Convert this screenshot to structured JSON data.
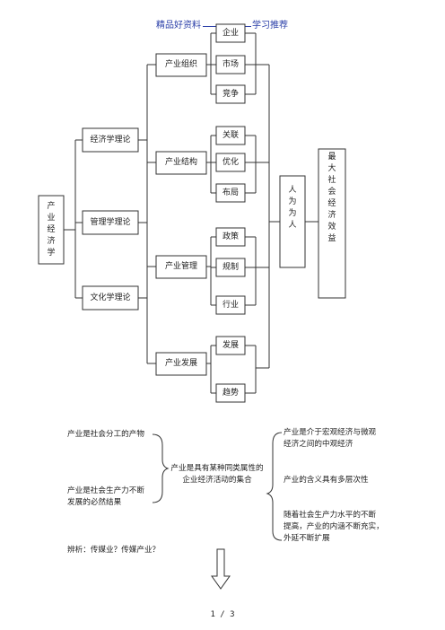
{
  "header": {
    "left": "精品好资料",
    "right": "学习推荐"
  },
  "root": [
    "产",
    "业",
    "经",
    "济",
    "学"
  ],
  "theories": [
    "经济学理论",
    "管理学理论",
    "文化学理论"
  ],
  "aspects": [
    "产业组织",
    "产业结构",
    "产业管理",
    "产业发展"
  ],
  "sub": {
    "org": [
      "企业",
      "市场",
      "竞争"
    ],
    "str": [
      "关联",
      "优化",
      "布局"
    ],
    "mgt": [
      "政策",
      "规制",
      "行业"
    ],
    "dev": [
      "发展",
      "趋势"
    ]
  },
  "person": [
    "人",
    "为",
    "为",
    "人"
  ],
  "goal": [
    "最",
    "大",
    "社",
    "会",
    "经",
    "济",
    "效",
    "益"
  ],
  "left_notes": [
    [
      "产业是社会分工的产物"
    ],
    [
      "产业是社会生产力不断",
      "发展的必然结果"
    ]
  ],
  "center_note": [
    "产业是具有某种同类属性的",
    "企业经济活动的集合"
  ],
  "right_notes": [
    [
      "产业是介于宏观经济与微观",
      "经济之间的中观经济"
    ],
    [
      "产业的含义具有多层次性"
    ],
    [
      "随着社会生产力水平的不断",
      "提高，产业的内涵不断充实，",
      "外延不断扩展"
    ]
  ],
  "question": "辨析：传媒业？传媒产业？",
  "page": "1 / 3"
}
